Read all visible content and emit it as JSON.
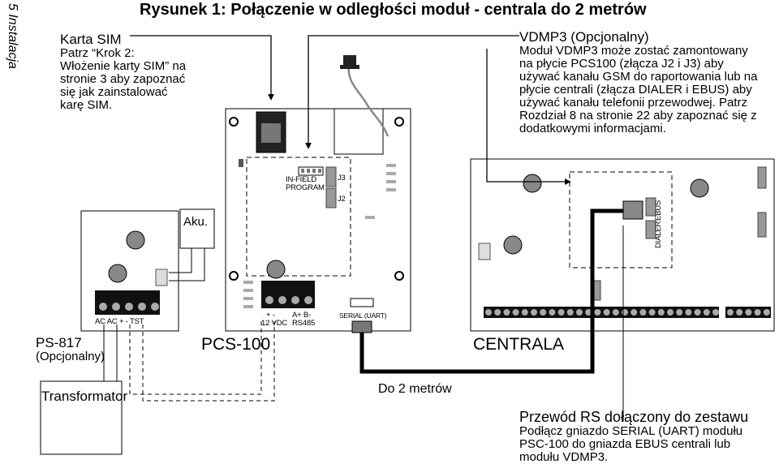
{
  "chapter_tab": "5 Instalacja",
  "title": "Rysunek 1: Połączenie w odległości moduł - centrala do 2 metrów",
  "sim": {
    "heading": "Karta SIM",
    "lines": [
      "Patrz “Krok 2:",
      "Włożenie karty SIM” na",
      "stronie 3 aby zapoznać",
      "się jak zainstalować",
      "karę SIM."
    ]
  },
  "vdmp3": {
    "heading": "VDMP3 (Opcjonalny)",
    "lines": [
      "Moduł VDMP3 może zostać zamontowany",
      "na płycie PCS100 (złącza J2 i J3) aby",
      "używać kanału GSM do raportowania lub na",
      "płycie centrali (złącza DIALER i EBUS) aby",
      "używać kanału telefonii przewodwej. Patrz",
      "Rozdział 8 na stronie 22 aby zapoznać się z",
      "dodatkowymi informacjami."
    ]
  },
  "labels": {
    "aku": "Aku.",
    "in_field": "IN-FIELD",
    "program": "PROGRAM",
    "j3": "J3",
    "j2": "J2",
    "ps817_terminals": "AC  AC  +   -   TST",
    "pcs_plus_minus": "+    -",
    "pcs_abplus_bminus": "A+  B-",
    "vdc": "12 VDC",
    "rs485": "RS485",
    "serial": "SERIAL (UART)",
    "dialer": "DIALER",
    "ebus": "EBUS",
    "ps817": "PS-817",
    "ps817_opt": "(Opcjonalny)",
    "pcs100": "PCS-100",
    "centrala": "CENTRALA",
    "transformator": "Transformator",
    "do2m": "Do 2 metrów"
  },
  "cable": {
    "heading": "Przewód RS dołączony do zestawu",
    "lines": [
      "Podłącz gniazdo SERIAL (UART) modułu",
      "PSC-100 do gniazda EBUS centrali lub",
      "modułu VDMP3."
    ]
  }
}
